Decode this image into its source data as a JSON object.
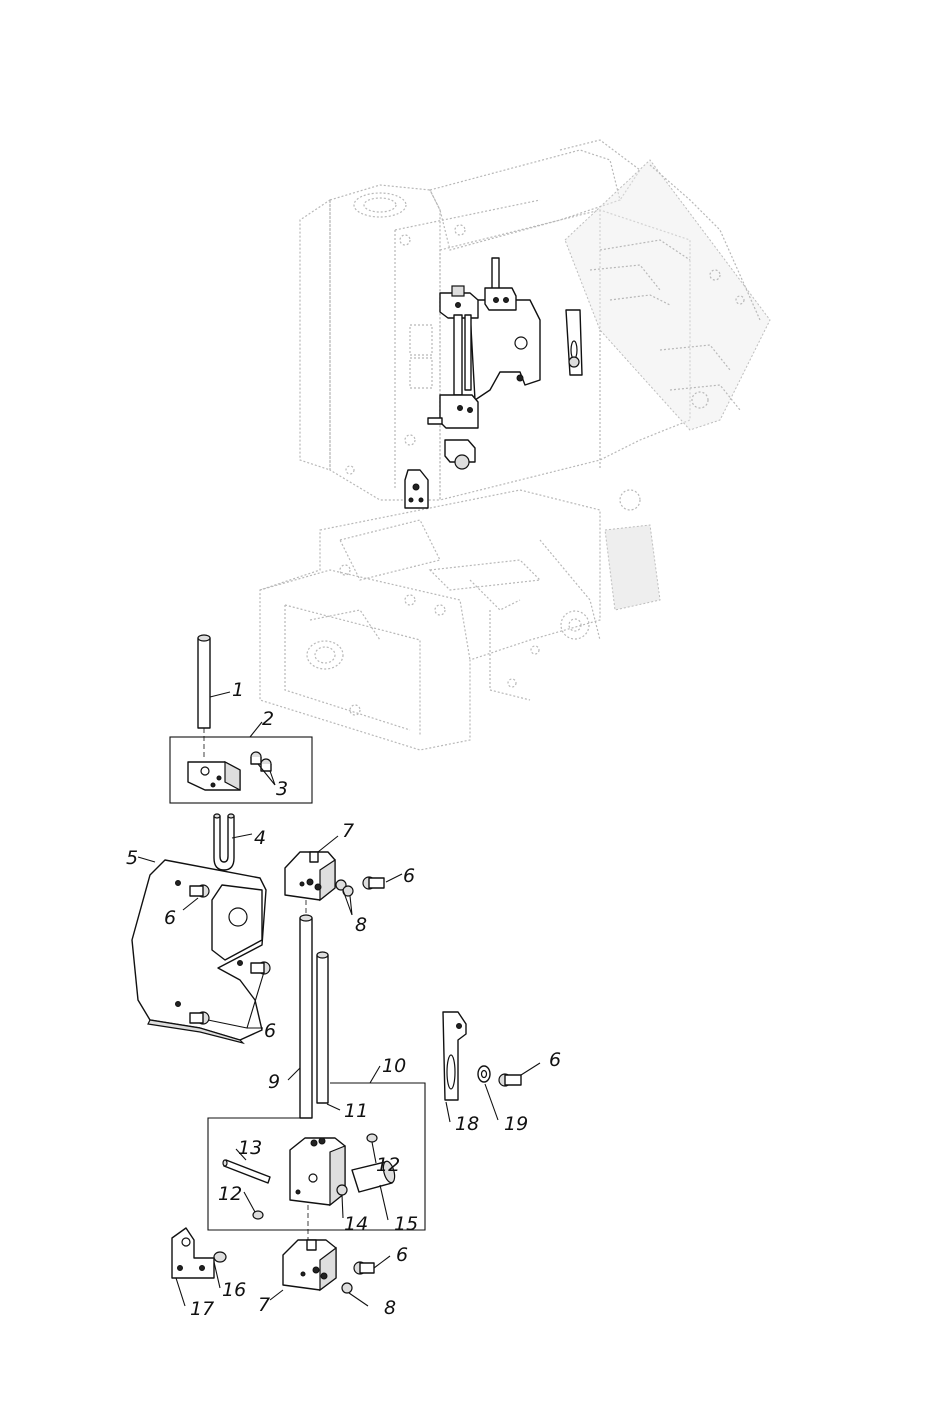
{
  "callouts": [
    {
      "id": "c1",
      "text": "1"
    },
    {
      "id": "c2",
      "text": "2"
    },
    {
      "id": "c3",
      "text": "3"
    },
    {
      "id": "c4",
      "text": "4"
    },
    {
      "id": "c5",
      "text": "5"
    },
    {
      "id": "c6a",
      "text": "6"
    },
    {
      "id": "c6b",
      "text": "6"
    },
    {
      "id": "c6c",
      "text": "6"
    },
    {
      "id": "c6d",
      "text": "6"
    },
    {
      "id": "c6e",
      "text": "6"
    },
    {
      "id": "c7a",
      "text": "7"
    },
    {
      "id": "c7b",
      "text": "7"
    },
    {
      "id": "c8a",
      "text": "8"
    },
    {
      "id": "c8b",
      "text": "8"
    },
    {
      "id": "c9",
      "text": "9"
    },
    {
      "id": "c10",
      "text": "10"
    },
    {
      "id": "c11",
      "text": "11"
    },
    {
      "id": "c12a",
      "text": "12"
    },
    {
      "id": "c12b",
      "text": "12"
    },
    {
      "id": "c13",
      "text": "13"
    },
    {
      "id": "c14",
      "text": "14"
    },
    {
      "id": "c15",
      "text": "15"
    },
    {
      "id": "c16",
      "text": "16"
    },
    {
      "id": "c17",
      "text": "17"
    },
    {
      "id": "c18",
      "text": "18"
    },
    {
      "id": "c19",
      "text": "19"
    }
  ]
}
